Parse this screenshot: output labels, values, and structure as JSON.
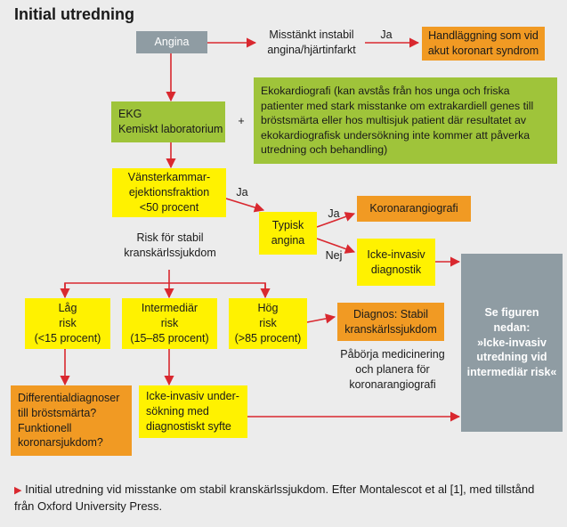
{
  "title": "Initial utredning",
  "nodes": {
    "angina": "Angina",
    "suspect": "Misstänkt instabil\nangina/hjärtinfarkt",
    "acute": "Handläggning som vid\nakut koronart syndrom",
    "ekg": "EKG\nKemiskt laboratorium",
    "plus": "+",
    "echo": "Ekokardiografi (kan avstås från hos unga och friska patienter med stark misstanke om extrakardiell genes till bröstsmärta eller hos multisjuk patient där resultatet av ekokardiografisk undersökning inte kommer att påverka utredning och behandling)",
    "ef": "Vänsterkammar-\nejektionsfraktion\n<50 procent",
    "typical": "Typisk\nangina",
    "coronary": "Koronarangiografi",
    "noninvasive": "Icke-invasiv\ndiagnostik",
    "risk": "Risk för stabil\nkranskärlssjukdom",
    "low": "Låg\nrisk\n(<15 procent)",
    "mid": "Intermediär\nrisk\n(15–85 procent)",
    "high": "Hög\nrisk\n(>85 procent)",
    "stable": "Diagnos: Stabil\nkranskärlssjukdom",
    "start": "Påbörja medicinering\noch planera för\nkoronarangiografi",
    "diff": "Differentialdiagnoser\ntill bröstsmärta?\nFunktionell\nkoronarsjukdom?",
    "noninv_exam": "Icke-invasiv under-\nsökning med\ndiagnostiskt syfte",
    "see": "Se figuren\nnedan:\n»Icke-invasiv\nutredning vid\nintermediär risk«"
  },
  "edge_labels": {
    "ja1": "Ja",
    "ja2": "Ja",
    "ja3": "Ja",
    "nej": "Nej"
  },
  "caption": "Initial utredning vid misstanke om stabil kranskärlssjukdom. Efter Montalescot et al [1], med tillstånd från Oxford University Press.",
  "colors": {
    "gray": "#8f9ca3",
    "orange": "#f19a23",
    "yellow": "#fff200",
    "green": "#9fc43a",
    "arrow": "#d9282f"
  }
}
